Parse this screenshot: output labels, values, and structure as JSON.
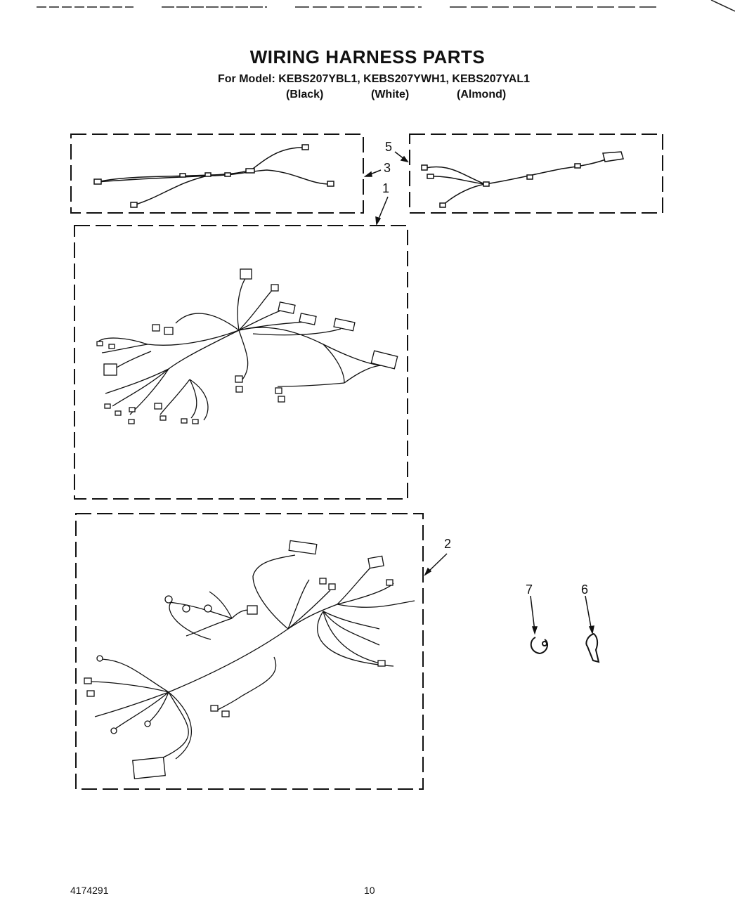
{
  "title": "WIRING HARNESS PARTS",
  "model_line": "For Model: KEBS207YBL1, KEBS207YWH1, KEBS207YAL1",
  "finishes": [
    "(Black)",
    "(White)",
    "(Almond)"
  ],
  "callouts": [
    "5",
    "3",
    "1",
    "2",
    "7",
    "6"
  ],
  "footer": {
    "doc_number": "4174291",
    "page_number": "10"
  }
}
